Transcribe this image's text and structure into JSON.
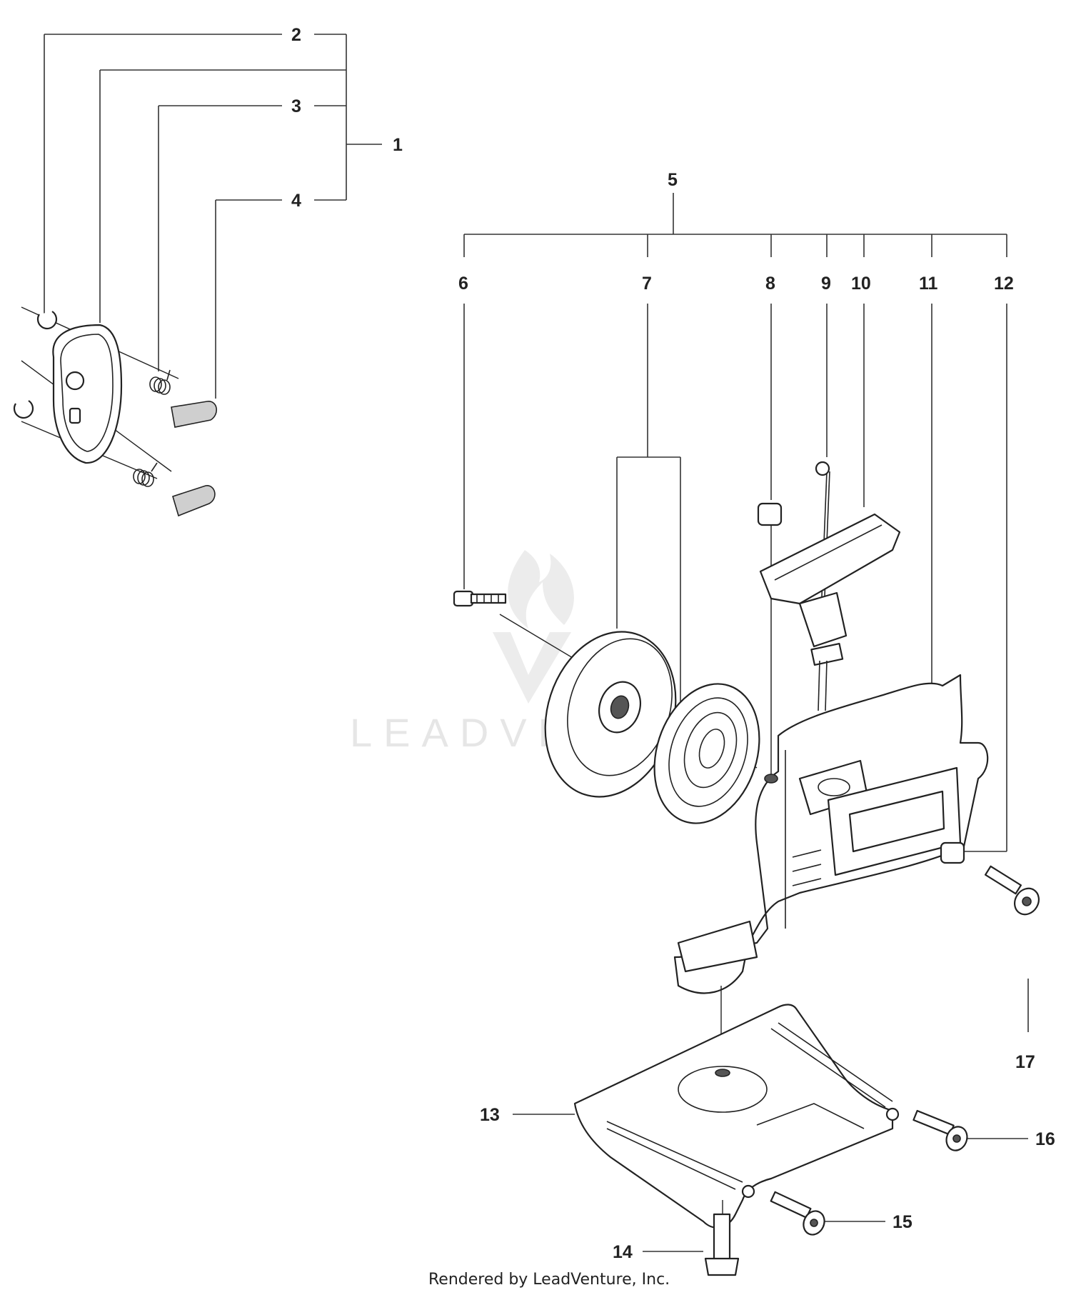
{
  "callouts": [
    "1",
    "2",
    "3",
    "4",
    "5",
    "6",
    "7",
    "8",
    "9",
    "10",
    "11",
    "12",
    "13",
    "14",
    "15",
    "16",
    "17"
  ],
  "watermark": "LEADVENTURE",
  "footer": "Rendered by LeadVenture, Inc."
}
